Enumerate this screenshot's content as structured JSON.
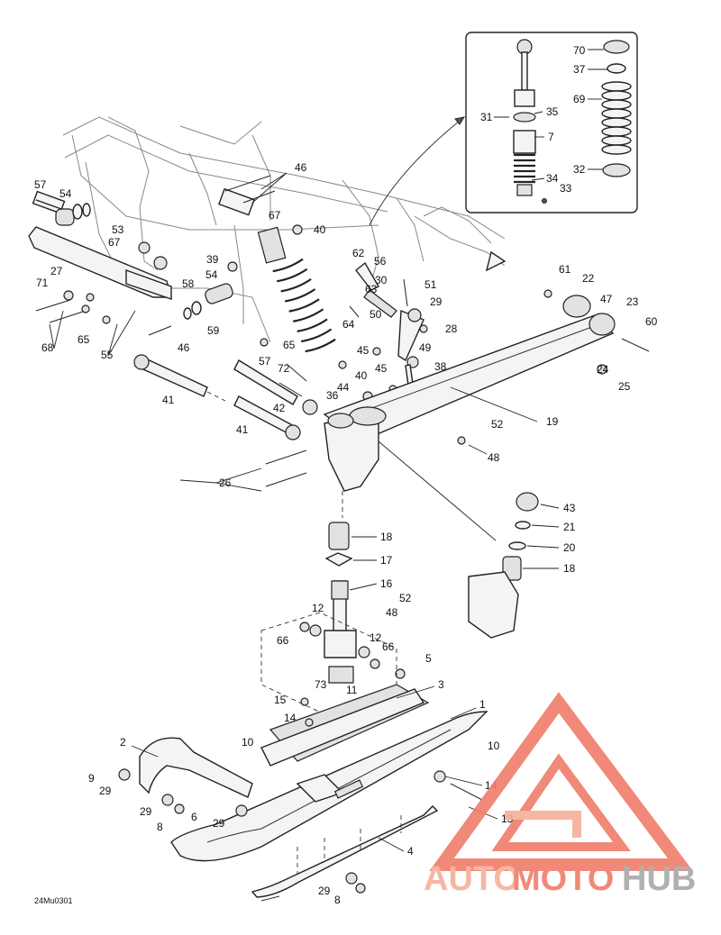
{
  "diagram": {
    "code": "24Mu0301",
    "watermark": {
      "part1": "AUTO",
      "part2": "MOTO",
      "part3": "HUB",
      "color1": "#f5b09a",
      "color2": "#f07d6b",
      "color3": "#a8a8a8"
    },
    "callouts": [
      "1",
      "2",
      "3",
      "4",
      "5",
      "6",
      "7",
      "8",
      "8",
      "9",
      "10",
      "10",
      "11",
      "12",
      "12",
      "13",
      "14",
      "14",
      "15",
      "16",
      "17",
      "18",
      "18",
      "19",
      "20",
      "21",
      "22",
      "23",
      "24",
      "25",
      "26",
      "27",
      "28",
      "29",
      "29",
      "29",
      "29",
      "29",
      "30",
      "31",
      "32",
      "33",
      "34",
      "35",
      "36",
      "37",
      "38",
      "39",
      "40",
      "40",
      "41",
      "41",
      "42",
      "43",
      "44",
      "45",
      "45",
      "46",
      "46",
      "47",
      "48",
      "48",
      "49",
      "50",
      "51",
      "52",
      "52",
      "53",
      "54",
      "54",
      "55",
      "56",
      "57",
      "57",
      "58",
      "59",
      "60",
      "61",
      "62",
      "63",
      "64",
      "65",
      "65",
      "66",
      "66",
      "67",
      "67",
      "68",
      "69",
      "70",
      "71",
      "72",
      "73"
    ]
  }
}
